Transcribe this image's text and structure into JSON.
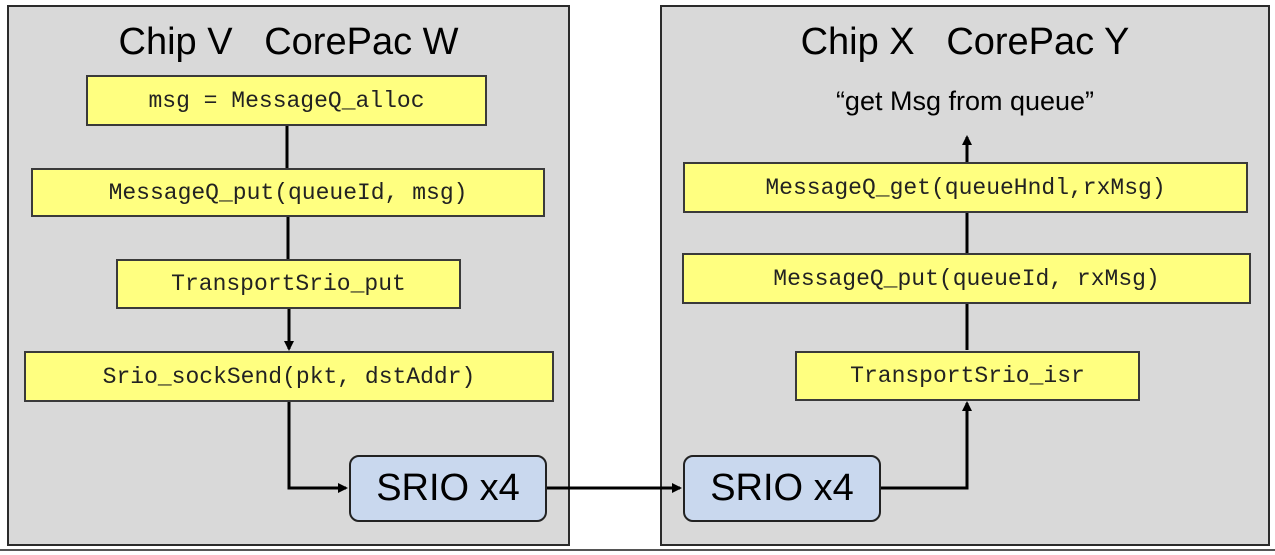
{
  "left_panel": {
    "title": "Chip V   CorePac W",
    "steps": [
      "msg = MessageQ_alloc",
      "MessageQ_put(queueId, msg)",
      "TransportSrio_put",
      "Srio_sockSend(pkt, dstAddr)"
    ],
    "srio_label": "SRIO x4"
  },
  "right_panel": {
    "title": "Chip X   CorePac Y",
    "quote": "“get Msg from queue”",
    "steps": [
      "MessageQ_get(queueHndl,rxMsg)",
      "MessageQ_put(queueId, rxMsg)",
      "TransportSrio_isr"
    ],
    "srio_label": "SRIO x4"
  },
  "colors": {
    "panel_bg": "#d9d9d9",
    "code_box_bg": "#ffff80",
    "srio_box_bg": "#c9d8ee"
  }
}
